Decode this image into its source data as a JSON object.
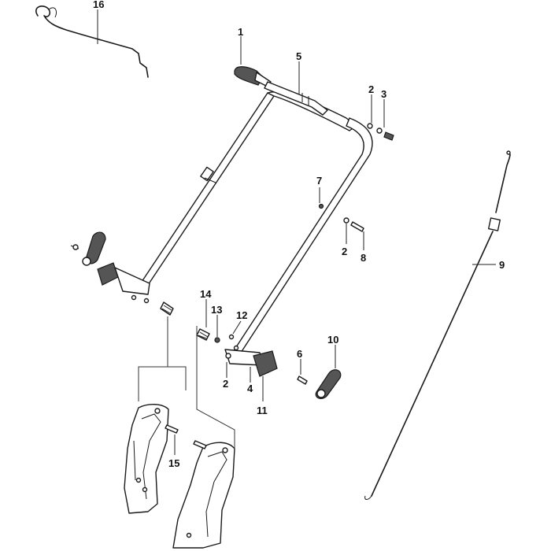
{
  "callouts": [
    {
      "id": "c1",
      "text": "1"
    },
    {
      "id": "c2a",
      "text": "2"
    },
    {
      "id": "c2b",
      "text": "2"
    },
    {
      "id": "c2c",
      "text": "2"
    },
    {
      "id": "c3",
      "text": "3"
    },
    {
      "id": "c4",
      "text": "4"
    },
    {
      "id": "c5",
      "text": "5"
    },
    {
      "id": "c6",
      "text": "6"
    },
    {
      "id": "c7",
      "text": "7"
    },
    {
      "id": "c8",
      "text": "8"
    },
    {
      "id": "c9",
      "text": "9"
    },
    {
      "id": "c10",
      "text": "10"
    },
    {
      "id": "c11",
      "text": "11"
    },
    {
      "id": "c12",
      "text": "12"
    },
    {
      "id": "c13",
      "text": "13"
    },
    {
      "id": "c14",
      "text": "14"
    },
    {
      "id": "c15",
      "text": "15"
    },
    {
      "id": "c16",
      "text": "16"
    }
  ]
}
